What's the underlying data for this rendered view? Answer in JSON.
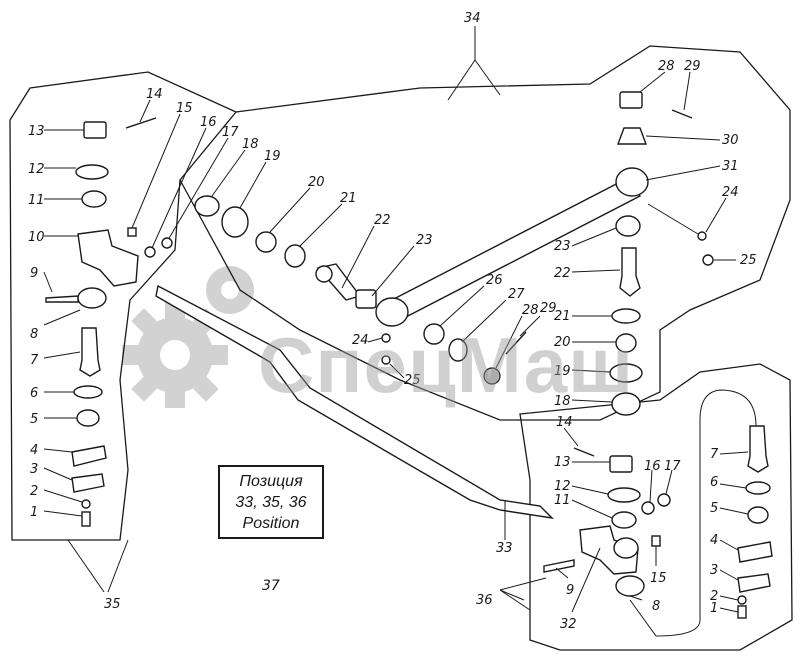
{
  "watermark": "СпецМаш",
  "position_box": {
    "line1": "Позиция",
    "line2": "33, 35, 36",
    "line3": "Position"
  },
  "box_reference": "37",
  "group_labels": {
    "g34": "34",
    "g35": "35",
    "g36": "36",
    "g33": "33"
  },
  "left_labels": {
    "l1": "1",
    "l2": "2",
    "l3": "3",
    "l4": "4",
    "l5": "5",
    "l6": "6",
    "l7": "7",
    "l8": "8",
    "l9": "9",
    "l10": "10",
    "l11": "11",
    "l12": "12",
    "l13": "13",
    "l14": "14",
    "l15": "15",
    "l16": "16",
    "l17": "17"
  },
  "top_labels": {
    "t18": "18",
    "t19": "19",
    "t20": "20",
    "t21": "21",
    "t22": "22",
    "t23": "23",
    "t24": "24",
    "t25": "25",
    "t26": "26",
    "t27": "27",
    "t28": "28",
    "t29": "29"
  },
  "right_labels": {
    "r18": "18",
    "r19": "19",
    "r20": "20",
    "r21": "21",
    "r22": "22",
    "r23": "23",
    "r24": "24",
    "r25": "25",
    "r28": "28",
    "r29": "29",
    "r30": "30",
    "r31": "31"
  },
  "bottom_right_labels": {
    "b1": "1",
    "b2": "2",
    "b3": "3",
    "b4": "4",
    "b5": "5",
    "b6": "6",
    "b7": "7",
    "b8": "8",
    "b9": "9",
    "b11": "11",
    "b12": "12",
    "b13": "13",
    "b14": "14",
    "b15": "15",
    "b16": "16",
    "b17": "17",
    "b32": "32"
  }
}
